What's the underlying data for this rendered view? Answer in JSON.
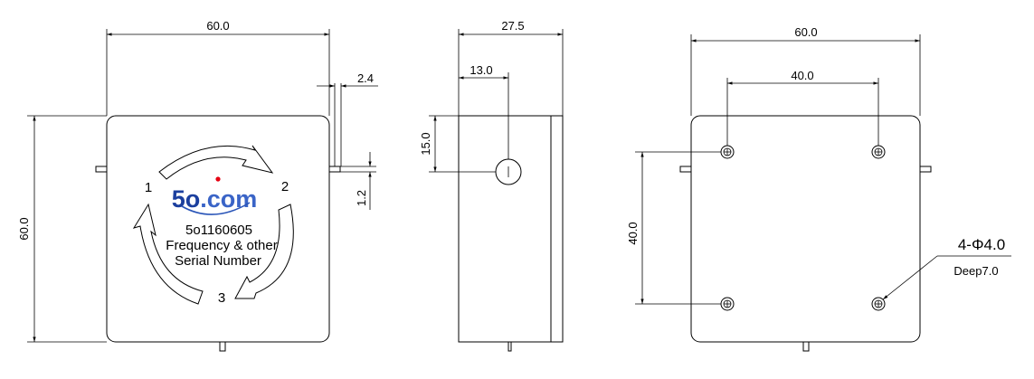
{
  "front_view": {
    "width_dim": "60.0",
    "height_dim": "60.0",
    "pin_offset_dim": "2.4",
    "pin_width_dim": "1.2",
    "port_labels": [
      "1",
      "2",
      "3"
    ],
    "logo_prefix": "5o",
    "logo_suffix": ".com",
    "logo_dot_color": "#e60012",
    "model_number": "5o1160605",
    "label_line_1": "Frequency & other",
    "label_line_2": "Serial Number"
  },
  "side_view": {
    "depth_dim": "27.5",
    "hole_x_dim": "13.0",
    "hole_y_dim": "15.0"
  },
  "back_view": {
    "width_dim": "60.0",
    "hole_spacing_x_dim": "40.0",
    "hole_spacing_y_dim": "40.0",
    "hole_callout": "4-Φ4.0",
    "hole_depth": "Deep7.0"
  }
}
